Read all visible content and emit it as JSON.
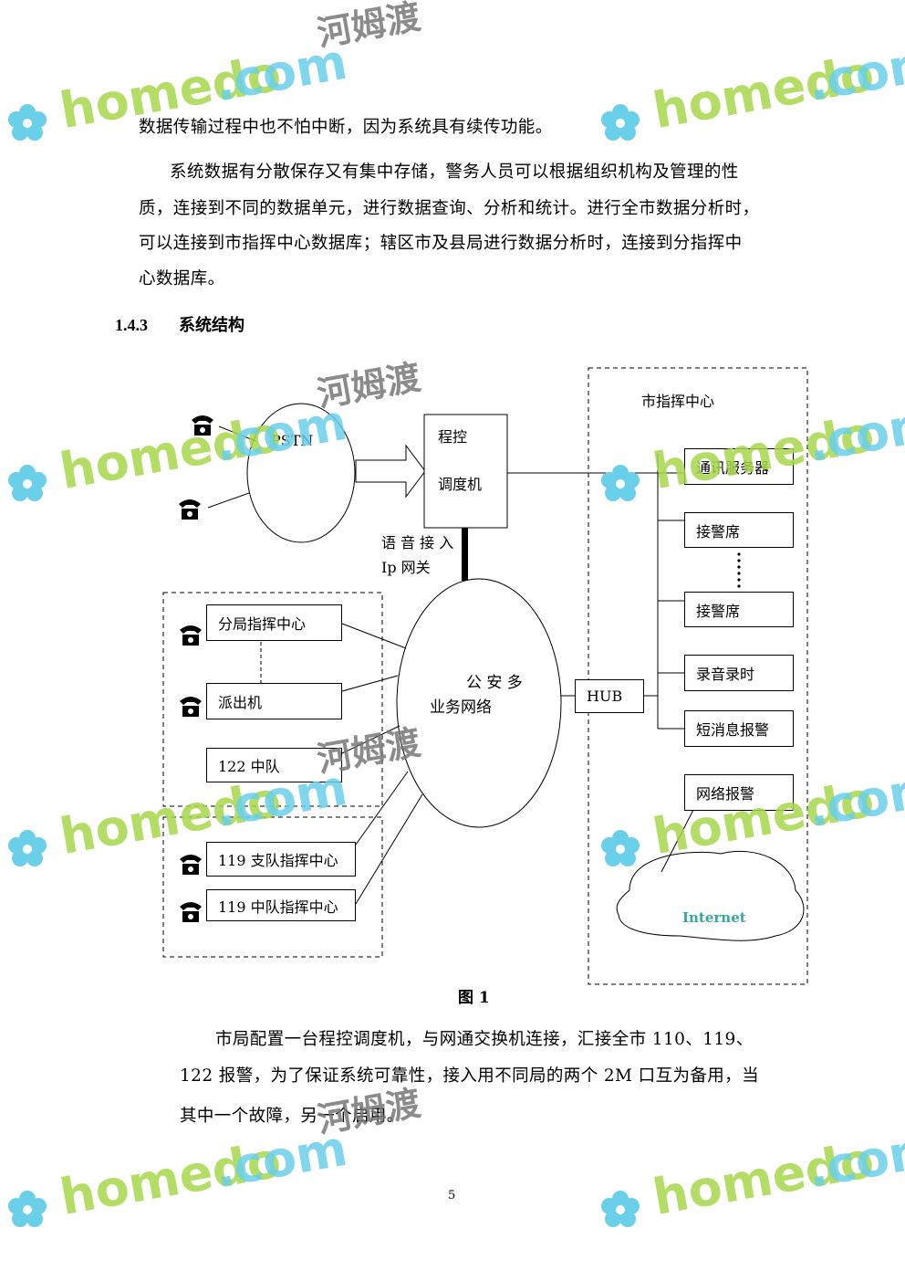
{
  "paragraphs": {
    "p1": "数据传输过程中也不怕中断，因为系统具有续传功能。",
    "p2_lines": [
      "系统数据有分散保存又有集中存储，警务人员可以根据组织机构及管理的性",
      "质，连接到不同的数据单元，进行数据查询、分析和统计。进行全市数据分析时，",
      "可以连接到市指挥中心数据库；辖区市及县局进行数据分析时，连接到分指挥中",
      "心数据库。"
    ],
    "p3_lines": [
      "市局配置一台程控调度机，与网通交换机连接，汇接全市 110、119、",
      "122 报警，为了保证系统可靠性，接入用不同局的两个 2M 口互为备用，当",
      "其中一个故障，另一个启用。"
    ]
  },
  "heading": {
    "number": "1.4.3",
    "title": "系统结构"
  },
  "diagram": {
    "pstn": "PSTN",
    "switch_line1": "程控",
    "switch_line2": "调度机",
    "voice_line1": "语 音 接 入",
    "voice_line2": "Ip 网关",
    "network_line1": "公 安 多",
    "network_line2": "业务网络",
    "hub": "HUB",
    "city_center": "市指挥中心",
    "left_boxes": [
      "分局指挥中心",
      "派出机",
      "122 中队",
      "119 支队指挥中心",
      "119 中队指挥中心"
    ],
    "right_boxes": [
      "通讯服务器",
      "接警席",
      "接警席",
      "录音录时",
      "短消息报警",
      "网络报警"
    ],
    "internet": "Internet"
  },
  "caption": "图 1",
  "page_number": "5",
  "watermark": {
    "brand": "homedo",
    "domain": ".com",
    "cn": "河姆渡"
  }
}
